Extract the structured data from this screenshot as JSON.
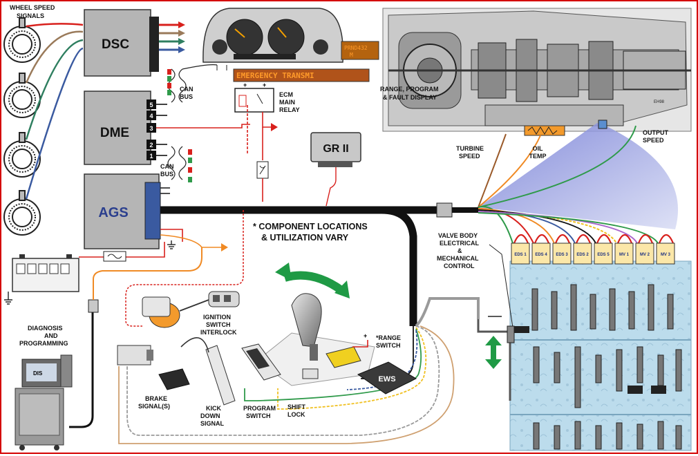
{
  "labels": {
    "wheel_speed": [
      "WHEEL SPEED",
      "SIGNALS"
    ],
    "dsc": "DSC",
    "dme": "DME",
    "ags": "AGS",
    "gr": "GR II",
    "can_bus_top": [
      "CAN",
      "BUS"
    ],
    "can_bus_mid": [
      "CAN",
      "BUS"
    ],
    "ecm_relay": [
      "ECM",
      "MAIN",
      "RELAY"
    ],
    "range_display": [
      "RANGE, PROGRAM",
      "& FAULT DISPLAY"
    ],
    "display_gear": "PRND432",
    "display_mode": "M",
    "emergency": "EMERGENCY TRANSMI",
    "eh_code": "EH98",
    "turbine_speed": [
      "TURBINE",
      "SPEED"
    ],
    "oil_temp": [
      "OIL",
      "TEMP"
    ],
    "output_speed": [
      "OUTPUT",
      "SPEED"
    ],
    "note": [
      "* COMPONENT LOCATIONS",
      "& UTILIZATION VARY"
    ],
    "valve_body": [
      "VALVE BODY",
      "ELECTRICAL",
      "&",
      "MECHANICAL",
      "CONTROL"
    ],
    "diagnosis": [
      "DIAGNOSIS",
      "AND",
      "PROGRAMMING"
    ],
    "ignition": [
      "IGNITION",
      "SWITCH",
      "INTERLOCK"
    ],
    "range_switch": [
      "*RANGE",
      "SWITCH"
    ],
    "brake": [
      "BRAKE",
      "SIGNAL(S)"
    ],
    "kickdown": [
      "KICK",
      "DOWN",
      "SIGNAL"
    ],
    "program_switch": [
      "PROGRAM",
      "SWITCH"
    ],
    "shift_lock": [
      "SHIFT",
      "LOCK"
    ],
    "ews": "EWS",
    "dis": "DIS",
    "pins_top": [
      "5",
      "4",
      "3"
    ],
    "pins_bottom": [
      "2",
      "1"
    ],
    "relay_plus_left": "+",
    "relay_plus_right": "+",
    "range_switch_plus": "+"
  },
  "solenoids": [
    "EDS 1",
    "EDS 4",
    "EDS 3",
    "EDS 2",
    "EDS 5",
    "MV 1",
    "MV 2",
    "MV 3"
  ],
  "colors": {
    "frame": "#d40000",
    "wire_red": "#d8201c",
    "wire_orange": "#f08a24",
    "harness": "#111111",
    "valve_blue": "#b7d9ea",
    "fan_blue": "#8f96db",
    "ags_text": "#2b3f8e",
    "arrow_green": "#1f9a45"
  }
}
